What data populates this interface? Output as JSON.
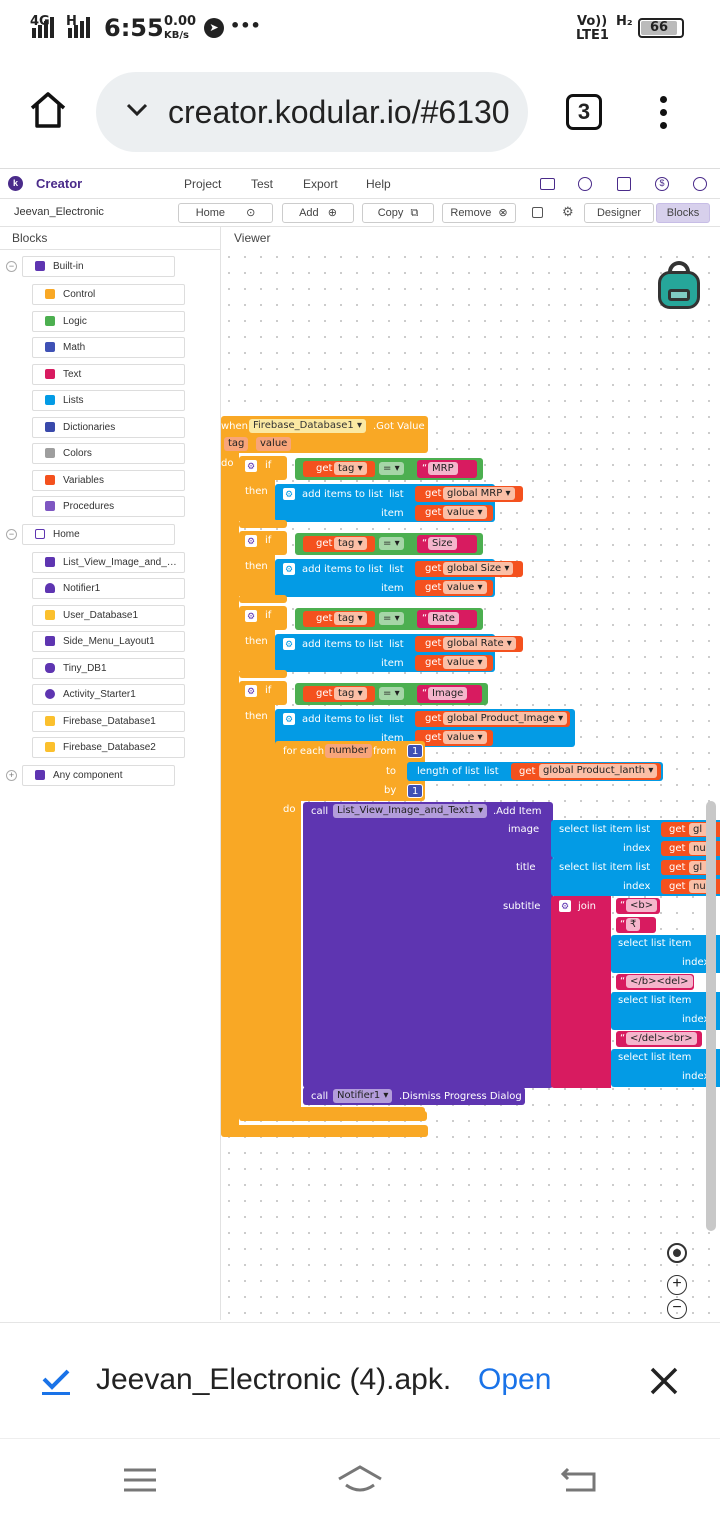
{
  "status": {
    "network": "4G",
    "network2": "H",
    "time": "6:55",
    "speed": "0.00",
    "speed_unit": "KB/s",
    "more": "•••",
    "volte": "Vo))",
    "lte": "LTE1",
    "h2": "H₂",
    "battery": "66"
  },
  "browser": {
    "url": "creator.kodular.io/#6130",
    "tab_count": "3"
  },
  "app": {
    "brand": "Creator",
    "menu": [
      "Project",
      "Test",
      "Export",
      "Help"
    ],
    "project_name": "Jeevan_Electronic",
    "toolbar": {
      "home": "Home",
      "add": "Add",
      "copy": "Copy",
      "remove": "Remove",
      "designer": "Designer",
      "blocks": "Blocks"
    },
    "panes": {
      "blocks": "Blocks",
      "viewer": "Viewer"
    },
    "builtin": {
      "label": "Built-in",
      "items": [
        "Control",
        "Logic",
        "Math",
        "Text",
        "Lists",
        "Dictionaries",
        "Colors",
        "Variables",
        "Procedures"
      ]
    },
    "home": {
      "label": "Home",
      "items": [
        "List_View_Image_and_…",
        "Notifier1",
        "User_Database1",
        "Side_Menu_Layout1",
        "Tiny_DB1",
        "Activity_Starter1",
        "Firebase_Database1",
        "Firebase_Database2"
      ]
    },
    "any_component": "Any component"
  },
  "blocks": {
    "event": {
      "when": "when",
      "component": "Firebase_Database1",
      "event": ".Got Value",
      "p1": "tag",
      "p2": "value",
      "do": "do"
    },
    "kw": {
      "if": "if",
      "then": "then",
      "get": "get",
      "tag": "tag",
      "eq": "=",
      "add_items": "add items to list",
      "list": "list",
      "item": "item",
      "value": "value",
      "for_each": "for each",
      "number": "number",
      "from": "from",
      "to": "to",
      "by": "by",
      "do": "do",
      "length": "length of list",
      "call": "call",
      "image": "image",
      "index": "index",
      "title": "title",
      "subtitle": "subtitle",
      "join": "join",
      "select": "select list item",
      "sel_short": "select list item  list",
      "index_short": "index",
      "get_short": "get",
      "gl": "gl",
      "nu": "nu"
    },
    "ifs": [
      {
        "str": "MRP",
        "list": "global MRP"
      },
      {
        "str": "Size",
        "list": "global Size"
      },
      {
        "str": "Rate",
        "list": "global Rate"
      },
      {
        "str": "Image",
        "list": "global Product_Image"
      }
    ],
    "loop": {
      "from": "1",
      "by": "1",
      "to_list": "global Product_lanth"
    },
    "call1": {
      "component": "List_View_Image_and_Text1",
      "method": ".Add Item"
    },
    "join_strings": [
      "<b>",
      "₹",
      "</b><del>",
      "</del><br>"
    ],
    "call2": {
      "component": "Notifier1",
      "method": ".Dismiss Progress Dialog"
    }
  },
  "download": {
    "file": "Jeevan_Electronic (4).apk.",
    "action": "Open"
  },
  "colors": {
    "control": "#f9a825",
    "logic": "#4caf50",
    "text": "#d81b60",
    "list": "#039be5",
    "variable": "#f4511e",
    "component": "#5e35b1",
    "math": "#3f51b5",
    "accent": "#1a73e8"
  }
}
